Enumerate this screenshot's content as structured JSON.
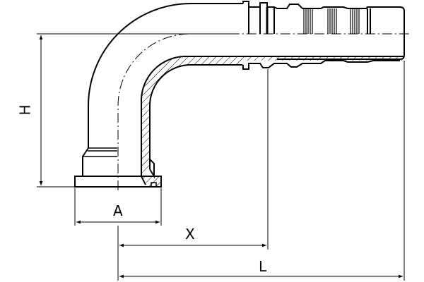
{
  "drawing": {
    "title": "90° elbow flange hose fitting",
    "dimensions": {
      "H": "H",
      "A": "A",
      "X": "X",
      "L": "L"
    },
    "colors": {
      "line": "#000000",
      "background": "#ffffff"
    }
  }
}
